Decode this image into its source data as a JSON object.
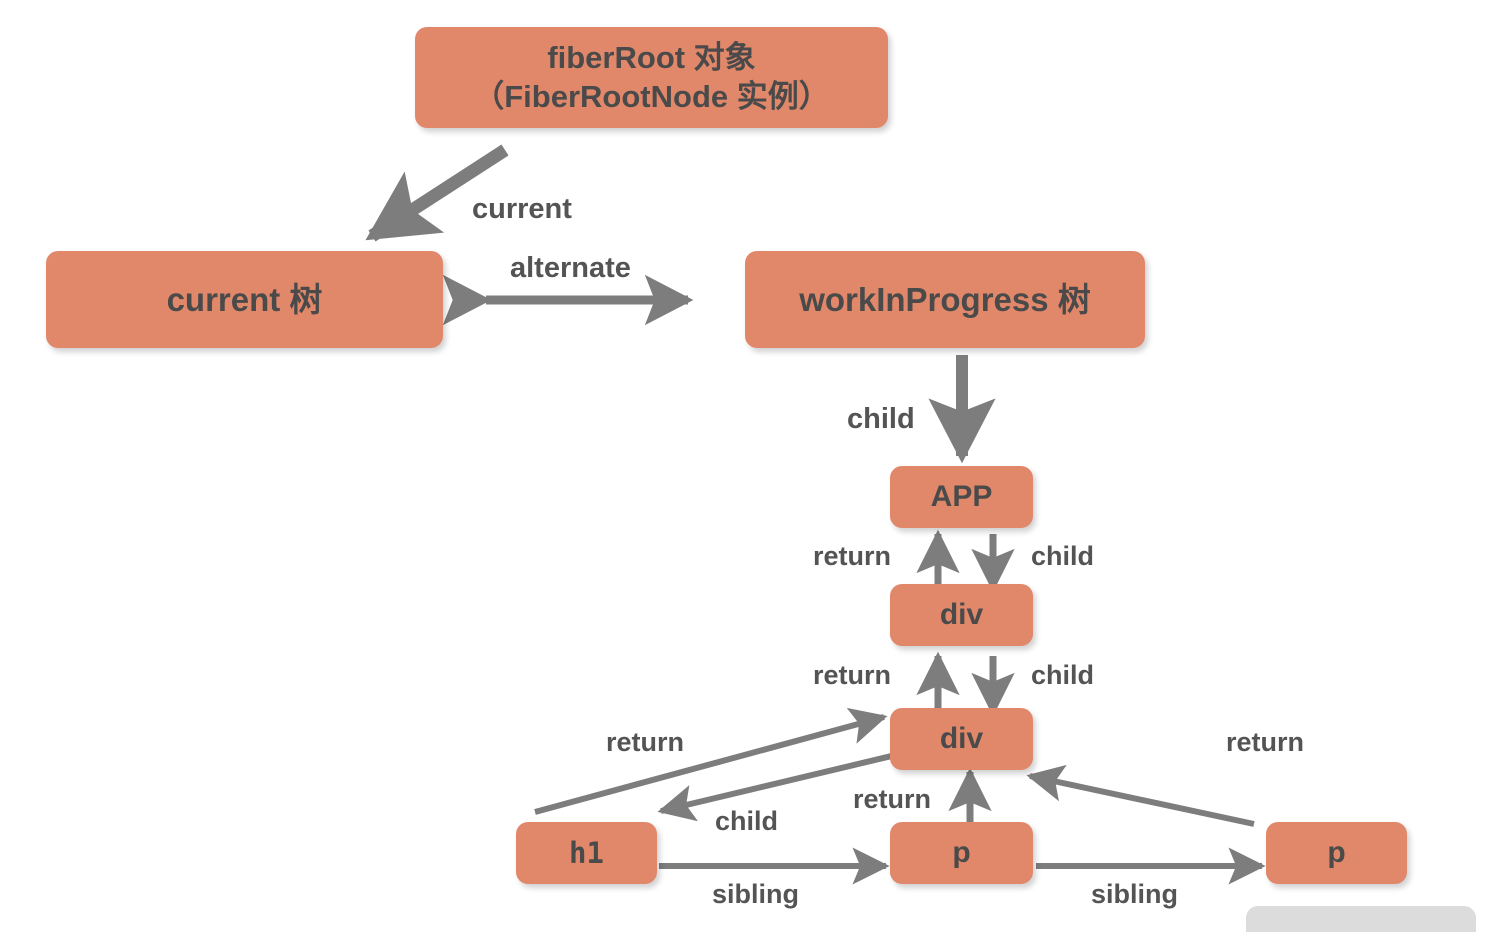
{
  "diagram": {
    "title": "React Fiber tree structure",
    "background_color": "#ffffff",
    "node_color": "#e2886a",
    "text_color": "#4a4a4a",
    "arrow_color": "#7d7d7d",
    "nodes": {
      "fiber_root": "fiberRoot 对象\n（FiberRootNode 实例）",
      "current_tree": "current 树",
      "wip_tree": "workInProgress 树",
      "app": "APP",
      "div1": "div",
      "div2": "div",
      "h1": "h1",
      "p1": "p",
      "p2": "p"
    },
    "edge_labels": {
      "current": "current",
      "alternate": "alternate",
      "child_root": "child",
      "return_app_div1": "return",
      "child_app_div1": "child",
      "return_div1_div2": "return",
      "child_div1_div2": "child",
      "return_h1_div2": "return",
      "child_div2_h1": "child",
      "return_p1_div2": "return",
      "return_p2_div2": "return",
      "sibling_h1_p1": "sibling",
      "sibling_p1_p2": "sibling"
    }
  }
}
